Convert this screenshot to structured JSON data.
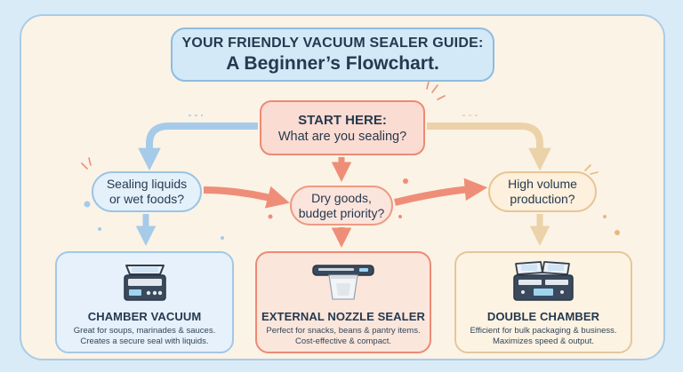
{
  "title": {
    "line1": "YOUR FRIENDLY VACUUM SEALER GUIDE:",
    "line2": "A Beginner’s Flowchart."
  },
  "start": {
    "line1": "START HERE:",
    "line2": "What are you sealing?"
  },
  "questions": {
    "liquids": {
      "line1": "Sealing liquids",
      "line2": "or wet foods?"
    },
    "dry": {
      "line1": "Dry goods,",
      "line2": "budget priority?"
    },
    "volume": {
      "line1": "High volume",
      "line2": "production?"
    }
  },
  "cards": [
    {
      "name": "CHAMBER VACUUM",
      "desc1": "Great for soups, marinades & sauces.",
      "desc2": "Creates a secure seal with liquids.",
      "icon": "chamber-vacuum-icon"
    },
    {
      "name": "EXTERNAL NOZZLE SEALER",
      "desc1": "Perfect for snacks, beans & pantry items.",
      "desc2": "Cost-effective & compact.",
      "icon": "nozzle-sealer-icon"
    },
    {
      "name": "DOUBLE CHAMBER",
      "desc1": "Efficient for bulk packaging & business.",
      "desc2": "Maximizes speed & output.",
      "icon": "double-chamber-icon"
    }
  ],
  "colors": {
    "background": "#d9ebf6",
    "panel": "#fbf3e6",
    "blue_border": "#8fbbe0",
    "coral_border": "#ec8a74",
    "tan_border": "#e4c79b",
    "text": "#25394f"
  }
}
